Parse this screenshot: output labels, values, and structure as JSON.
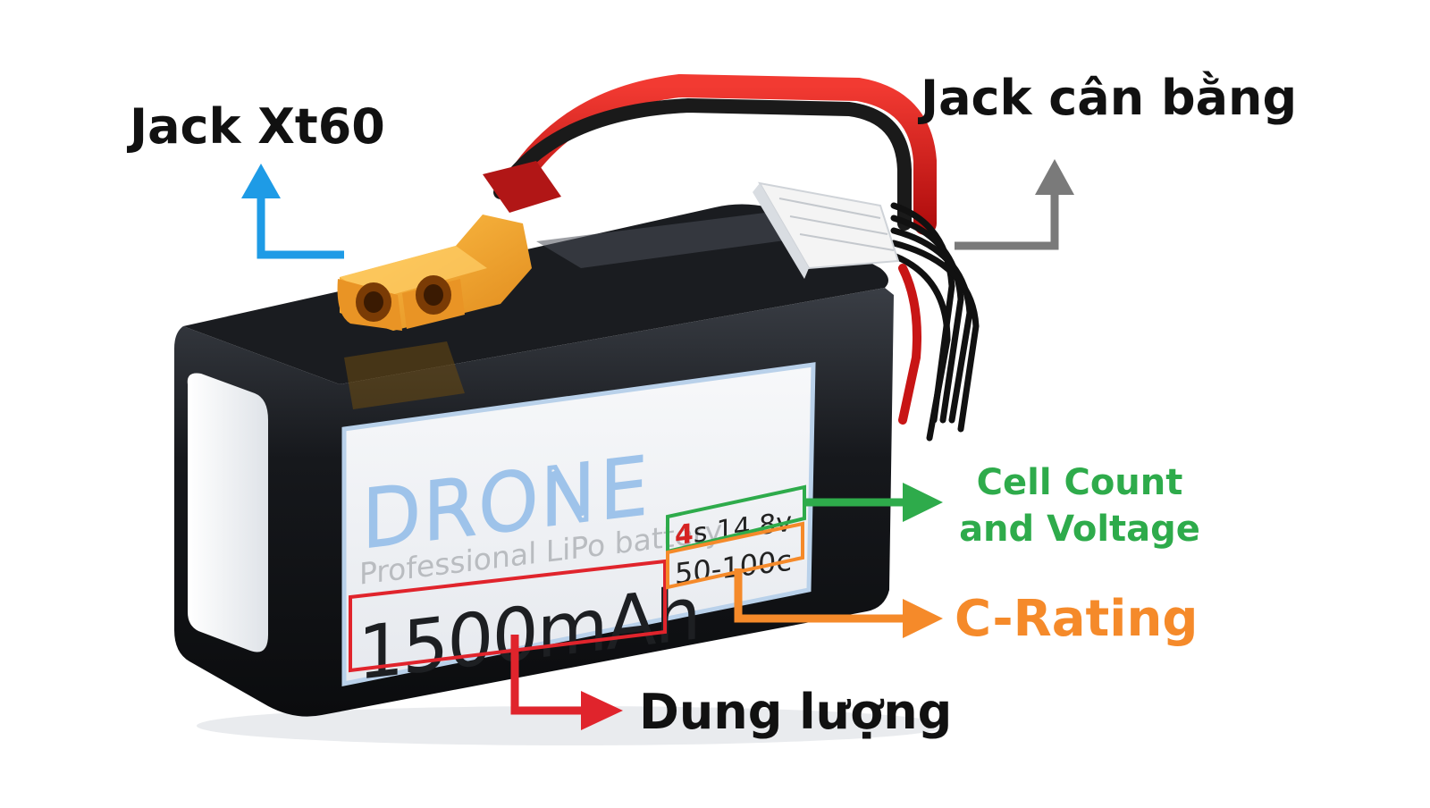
{
  "title": "LiPo battery anatomy",
  "callouts": {
    "xt60": {
      "label": "Jack Xt60",
      "arrow_color": "#1e9be6",
      "icon": "arrow-up-icon"
    },
    "balance": {
      "label": "Jack cân bằng",
      "arrow_color": "#7a7a7a",
      "icon": "arrow-up-icon"
    },
    "cell": {
      "line1": "Cell Count",
      "line2": "and Voltage",
      "color": "#2eab4b",
      "icon": "arrow-right-icon"
    },
    "crating": {
      "label": "C-Rating",
      "color": "#f58a2a",
      "icon": "arrow-right-icon"
    },
    "capacity": {
      "label": "Dung lượng",
      "arrow_color": "#e0242c",
      "icon": "arrow-right-icon"
    }
  },
  "battery_label": {
    "brand": "DRONE",
    "subtitle": "Professional LiPo battery",
    "capacity": "1500mAh",
    "cell_count": "4",
    "cell_suffix": "s",
    "voltage": "14.8v",
    "c_rating": "50-100c"
  },
  "colors": {
    "wrap": "#17191d",
    "label_bg": "#eef1f5",
    "label_border": "#b9d1ea",
    "brand_blue": "#9ec3ea",
    "xt60": "#f2a531",
    "red_wire": "#d41313",
    "balance_plug": "#f4f4f4"
  }
}
